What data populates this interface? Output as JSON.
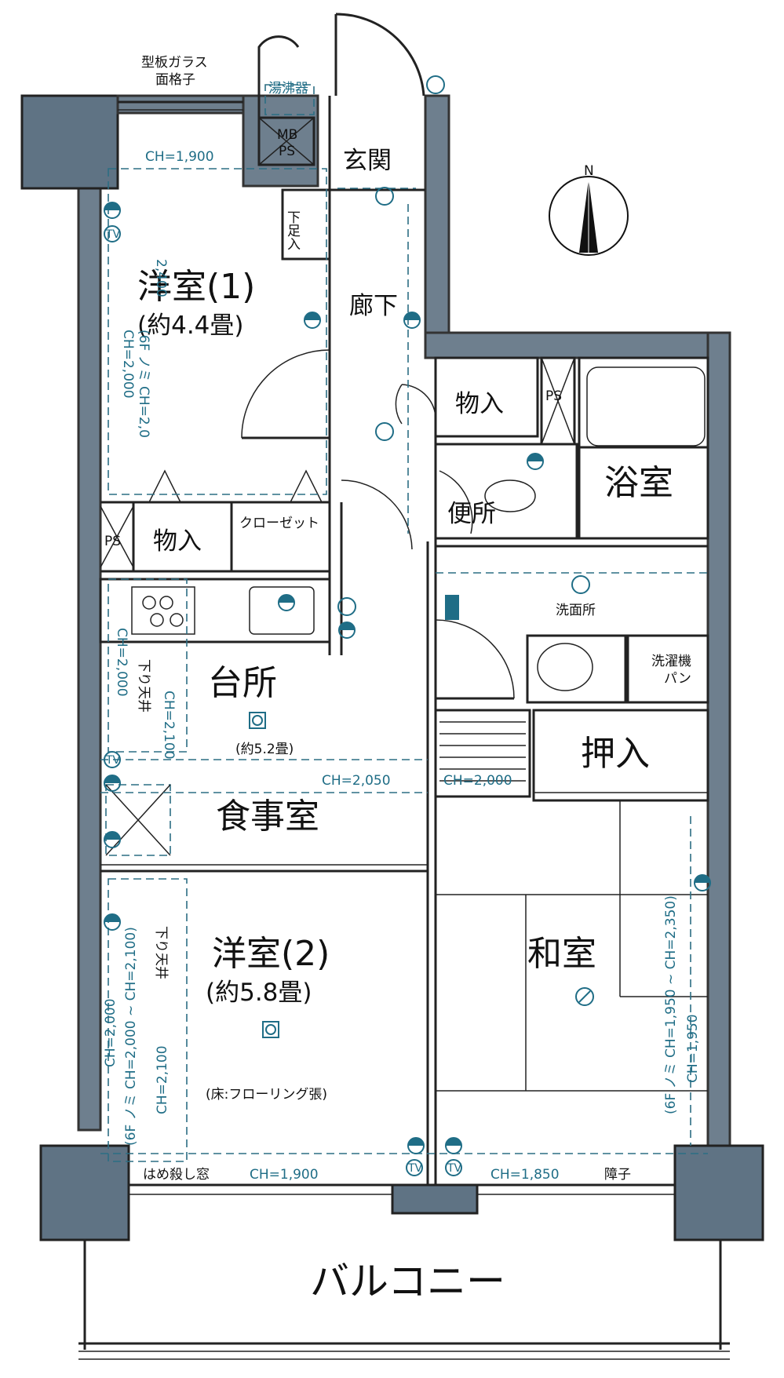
{
  "labels": {
    "kata_glass": "型板ガラス",
    "men_goushi": "面格子",
    "yuwakashi": "湯沸器",
    "mb": "MB",
    "ps": "PS",
    "genkan": "玄関",
    "shitaashi": "下足入",
    "youshitsu1": "洋室(1)",
    "youshitsu1_size": "(約4.4畳)",
    "rouka": "廊下",
    "monoire": "物入",
    "yokushitsu": "浴室",
    "benjo": "便所",
    "closet": "クローゼット",
    "senmen": "洗面所",
    "sentakki": "洗濯機",
    "pan": "パン",
    "daidokoro": "台所",
    "daidokoro_size": "(約5.2畳)",
    "oshiire": "押入",
    "shokuji": "食事室",
    "youshitsu2": "洋室(2)",
    "youshitsu2_size": "(約5.8畳)",
    "washitsu": "和室",
    "floor_note": "(床:フローリング張)",
    "hamegoroshi": "はめ殺し窓",
    "shouji": "障子",
    "balcony": "バルコニー",
    "sagari_tenjou": "下り天井",
    "north": "N",
    "tv": "TV"
  },
  "ch": {
    "ch1900_top": "CH=1,900",
    "ch2400": "2,400",
    "ch2000_r1": "CH=2,000",
    "ch_6f_r1": "(6F ノミ CH=2,0",
    "ch2000_kit": "CH=2,000",
    "ch2100_kit": "CH=2,100",
    "ch2050": "CH=2,050",
    "ch2000_mid": "CH=2,000",
    "ch2000_r2": "CH=2,000",
    "ch_6f_r2": "(6F ノミ CH=2,000 ~ CH=2,100)",
    "ch2100_r2": "CH=2,100",
    "ch1900_bottom": "CH=1,900",
    "ch1850": "CH=1,850",
    "ch_6f_wa": "(6F ノミ CH=1,950 ~ CH=2,350)",
    "ch1950_wa": "CH=1,950"
  }
}
